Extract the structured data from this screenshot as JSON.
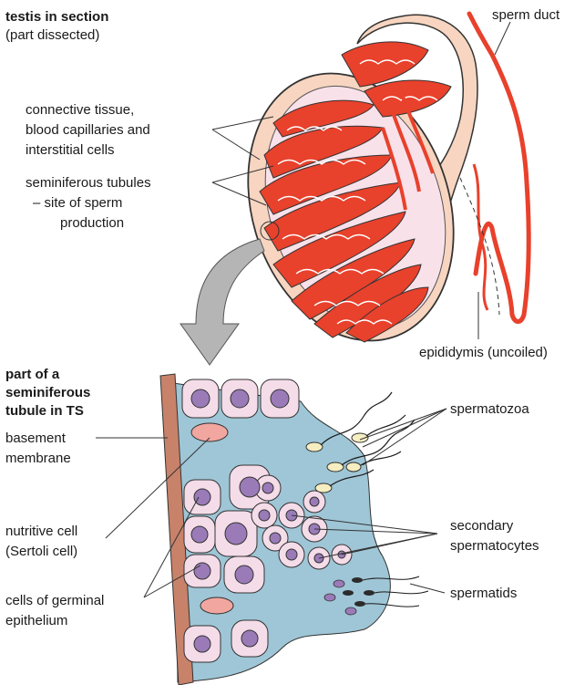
{
  "testis": {
    "title": "testis in section",
    "subtitle": "(part dissected)",
    "connective": [
      "connective tissue,",
      "blood capillaries and",
      "interstitial cells"
    ],
    "tubules": [
      "seminiferous tubules",
      "– site of sperm",
      "production"
    ],
    "sperm_duct": "sperm duct",
    "epididymis": "epididymis (uncoiled)"
  },
  "section": {
    "title": [
      "part of a",
      "seminiferous",
      "tubule in TS"
    ],
    "basement": [
      "basement",
      "membrane"
    ],
    "nutritive": [
      "nutritive cell",
      "(Sertoli cell)"
    ],
    "germinal": [
      "cells of germinal",
      "epithelium"
    ],
    "spermatozoa": "spermatozoa",
    "secondary": [
      "secondary",
      "spermatocytes"
    ],
    "spermatids": "spermatids"
  },
  "colors": {
    "tubule_red": "#e8412c",
    "testis_fill": "#f7d5c0",
    "lumen_pink": "#f9e1ea",
    "lumen_blue": "#9fc6d6",
    "basement_brown": "#c8826a",
    "cell_fill": "#f4dce8",
    "nucleus": "#9a7bb8"
  }
}
